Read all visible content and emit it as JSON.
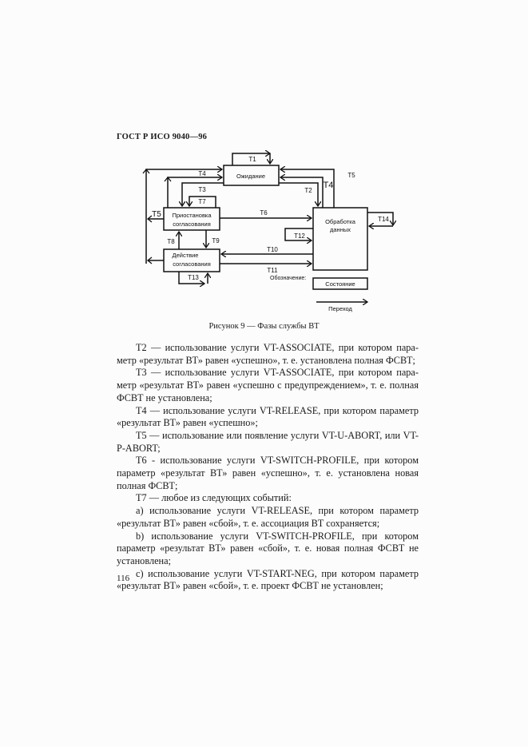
{
  "header": {
    "doc_id": "ГОСТ Р ИСО 9040—96"
  },
  "diagram": {
    "states": {
      "waiting": "Ожидание",
      "suspend_line1": "Приостановка",
      "suspend_line2": "согласования",
      "action_line1": "Действие",
      "action_line2": "согласования",
      "processing_line1": "Обработка",
      "processing_line2": "данных"
    },
    "transitions": {
      "t1": "T1",
      "t2": "T2",
      "t3": "T3",
      "t4a": "T4",
      "t4b": "T4",
      "t5a": "T5",
      "t5b": "T5",
      "t6": "T6",
      "t7": "T7",
      "t8": "T8",
      "t9": "T9",
      "t10": "T10",
      "t11": "T11",
      "t12": "T12",
      "t13": "T13",
      "t14": "T14"
    },
    "legend": {
      "title": "Обозначение:",
      "state_label": "Состояние",
      "transition_label": "Переход"
    }
  },
  "caption": "Рисунок 9 — Фазы службы ВТ",
  "paragraphs": [
    "Т2 — использование услуги VT-ASSOCIATE, при котором пара­метр «результат ВТ» равен «успешно», т. е. установлена полная ФСВТ;",
    "Т3 — использование услуги VT-ASSOCIATE, при котором пара­метр «результат ВТ» равен «успешно с предупреждением», т. е. пол­ная ФСВТ не установлена;",
    "Т4 — использование услуги VT-RELEASE, при котором параметр «результат ВТ» равен «успешно»;",
    "Т5 — использование или появление услуги VT-U-ABORT, или VT-P-ABORT;",
    "Т6 - использование услуги VT-SWITCH-PROFILE, при котором параметр «результат ВТ» равен «успешно», т. е. установлена новая полная ФСВТ;",
    "Т7 — любое из следующих событий:",
    "а) использование услуги VT-RELEASE, при котором параметр «результат ВТ» равен «сбой», т. е. ассоциация ВТ сохраняется;",
    "b) использование услуги VT-SWITCH-PROFILE, при котором параметр «результат ВТ» равен «сбой», т. е. новая полная ФСВТ не установлена;",
    "с) использование услуги VT-START-NEG, при котором параметр «результат ВТ» равен «сбой», т. е. проект ФСВТ не установлен;"
  ],
  "page_number": "116"
}
